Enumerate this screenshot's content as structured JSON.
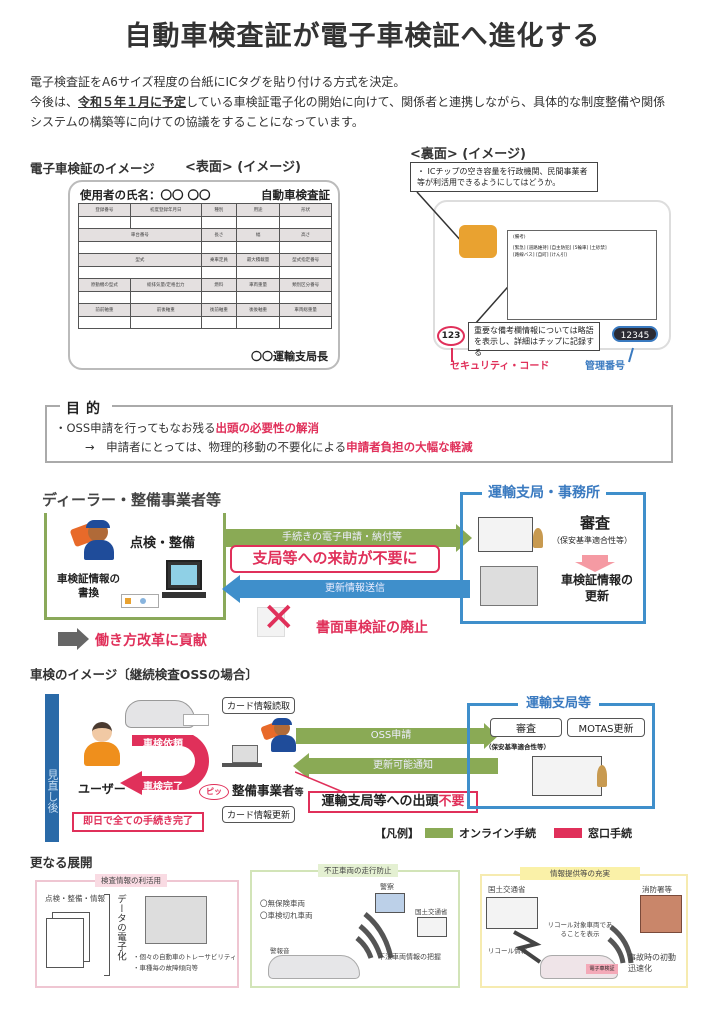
{
  "title": "自動車検査証が電子車検証へ進化する",
  "intro": {
    "line1": "電子検査証をA6サイズ程度の台紙にICタグを貼り付ける方式を決定。",
    "line2_pre": "今後は、",
    "line2_em": "令和５年１月に予定",
    "line2_post": "している車検証電子化の開始に向けて、関係者と連携しながら、具体的な制度整備や関係",
    "line3": "システムの構築等に向けての協議をすることになっています。"
  },
  "card_image_section": {
    "label": "電子車検証のイメージ",
    "front_label": "<表面> (イメージ)",
    "back_label": "<裏面> (イメージ)"
  },
  "front_card": {
    "user_name": "使用者の氏名：〇〇 〇〇",
    "doc_type": "自動車検査証",
    "issuer": "〇〇運輸支局長",
    "rows": [
      [
        "登録番号",
        "初度登録年月日",
        "種別",
        "用途",
        "形状"
      ],
      [
        "車台番号",
        "長さ",
        "幅",
        "高さ"
      ],
      [
        "型式",
        "乗車定員",
        "最大積載量",
        "型式指定番号"
      ],
      [
        "原動機の型式",
        "総排気量/定格出力",
        "燃料",
        "車両重量",
        "類別区分番号"
      ],
      [
        "前前軸重",
        "前後軸重",
        "後前軸重",
        "後後軸重",
        "車両総重量"
      ]
    ]
  },
  "back_card": {
    "callout_ic": "・ ICチップの空き容量を行政機関、民間事業者等が利活用できるようにしてはどうか。",
    "remarks_label": "(備考)",
    "remarks_line1": "[緊急] [道路維持] [自主防犯] [5輪車] [土砂禁]",
    "remarks_line2": "[路線バス] [自町] [けん引]",
    "callout_remarks": "重要な備考欄情報については略語を表示し、詳細はチップに記録する",
    "security_code": "123",
    "security_label": "セキュリティ・コード",
    "mgmt_number": "12345",
    "mgmt_label": "管理番号",
    "colors": {
      "chip": "#e9a230",
      "security": "#e0305a",
      "mgmt": "#3a7ac0"
    }
  },
  "purpose": {
    "title": "目的",
    "line1_pre": "・OSS申請を行ってもなお残る",
    "line1_em": "出頭の必要性の解消",
    "line2_pre": "→　申請者にとっては、物理的移動の不要化による",
    "line2_em": "申請者負担の大幅な軽減"
  },
  "flow1": {
    "dealer_title": "ディーラー・整備事業者等",
    "inspect": "点検・整備",
    "rewrite_line1": "車検証情報の",
    "rewrite_line2": "書換",
    "arrow_top": "手続きの電子申請・納付等",
    "no_visit": "支局等への来訪が不要に",
    "arrow_bottom": "更新情報送信",
    "abolish": "書面車検証の廃止",
    "workstyle": "働き方改革に貢献",
    "office_title": "運輸支局・事務所",
    "review": "審査",
    "review_sub": "（保安基準適合性等）",
    "update_line1": "車検証情報の",
    "update_line2": "更新"
  },
  "flow2": {
    "title": "車検のイメージ〔継続検査OSSの場合〕",
    "side_label": "見直し後",
    "user": "ユーザー",
    "request": "車検依頼",
    "complete": "車検完了",
    "same_day": "即日で全ての手続き完了",
    "card_read": "カード情報読取",
    "card_update": "カード情報更新",
    "beep": "ピッ",
    "mechanic_main": "整備事業者",
    "mechanic_suffix": "等",
    "arrow_oss": "OSS申請",
    "arrow_notice": "更新可能通知",
    "no_appear_pre": "運輸支局等への出頭",
    "no_appear_em": "不要",
    "office_title": "運輸支局等",
    "review": "審査",
    "motas": "MOTAS更新",
    "review_sub": "（保安基準適合性等）",
    "legend_label": "【凡例】",
    "legend_online": "オンライン手続",
    "legend_counter": "窓口手続",
    "colors": {
      "online": "#8aaa55",
      "counter": "#e0305a"
    }
  },
  "future": {
    "title": "更なる展開",
    "box1": {
      "tag": "検査情報の利活用",
      "label": "点検・整備・情報",
      "vertical": "データの電子化",
      "bullet1": "・個々の自動車のトレーサビリティ",
      "bullet2": "・車種毎の故障傾向等"
    },
    "box2": {
      "tag": "不正車両の走行防止",
      "item1": "〇無保険車両",
      "item2": "〇車検切れ車両",
      "police": "警察",
      "mlit": "国土交通省",
      "alarm": "警報音",
      "grasp": "不法車両情報の把握"
    },
    "box3": {
      "tag": "情報提供等の充実",
      "mlit": "国土交通省",
      "fire": "消防署等",
      "recall_display": "リコール対象車両であることを表示",
      "recall_info": "リコール情報",
      "accident": "事故時の初動迅速化",
      "ecert": "電子車検証"
    }
  }
}
